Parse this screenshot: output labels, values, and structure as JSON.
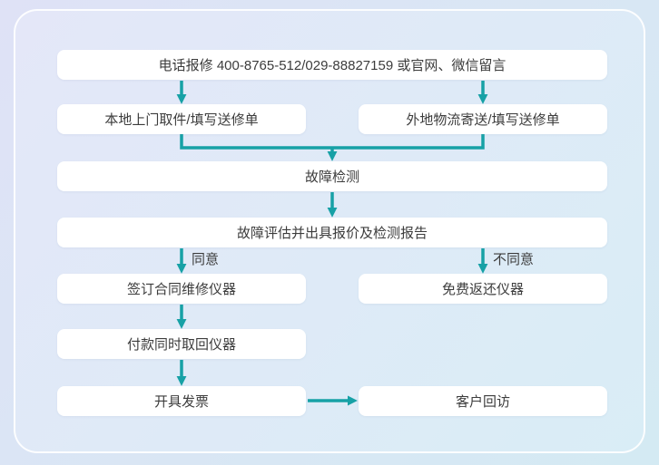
{
  "colors": {
    "arrow": "#17a1a6",
    "node_bg": "#ffffff",
    "text": "#3c3c3c",
    "bg_outer_start": "#dfe2f6",
    "bg_outer_end": "#d4eaf3",
    "card_start": "#e4e7f8",
    "card_end": "#d9edf6"
  },
  "flowchart": {
    "nodes": {
      "phone_report": "电话报修 400-8765-512/029-88827159 或官网、微信留言",
      "local_pickup": "本地上门取件/填写送修单",
      "remote_shipping": "外地物流寄送/填写送修单",
      "fault_detection": "故障检测",
      "assessment_quote": "故障评估并出具报价及检测报告",
      "sign_contract": "签订合同维修仪器",
      "free_return": "免费返还仪器",
      "pay_retrieve": "付款同时取回仪器",
      "issue_invoice": "开具发票",
      "customer_followup": "客户回访"
    },
    "branch_labels": {
      "agree": "同意",
      "disagree": "不同意"
    }
  }
}
